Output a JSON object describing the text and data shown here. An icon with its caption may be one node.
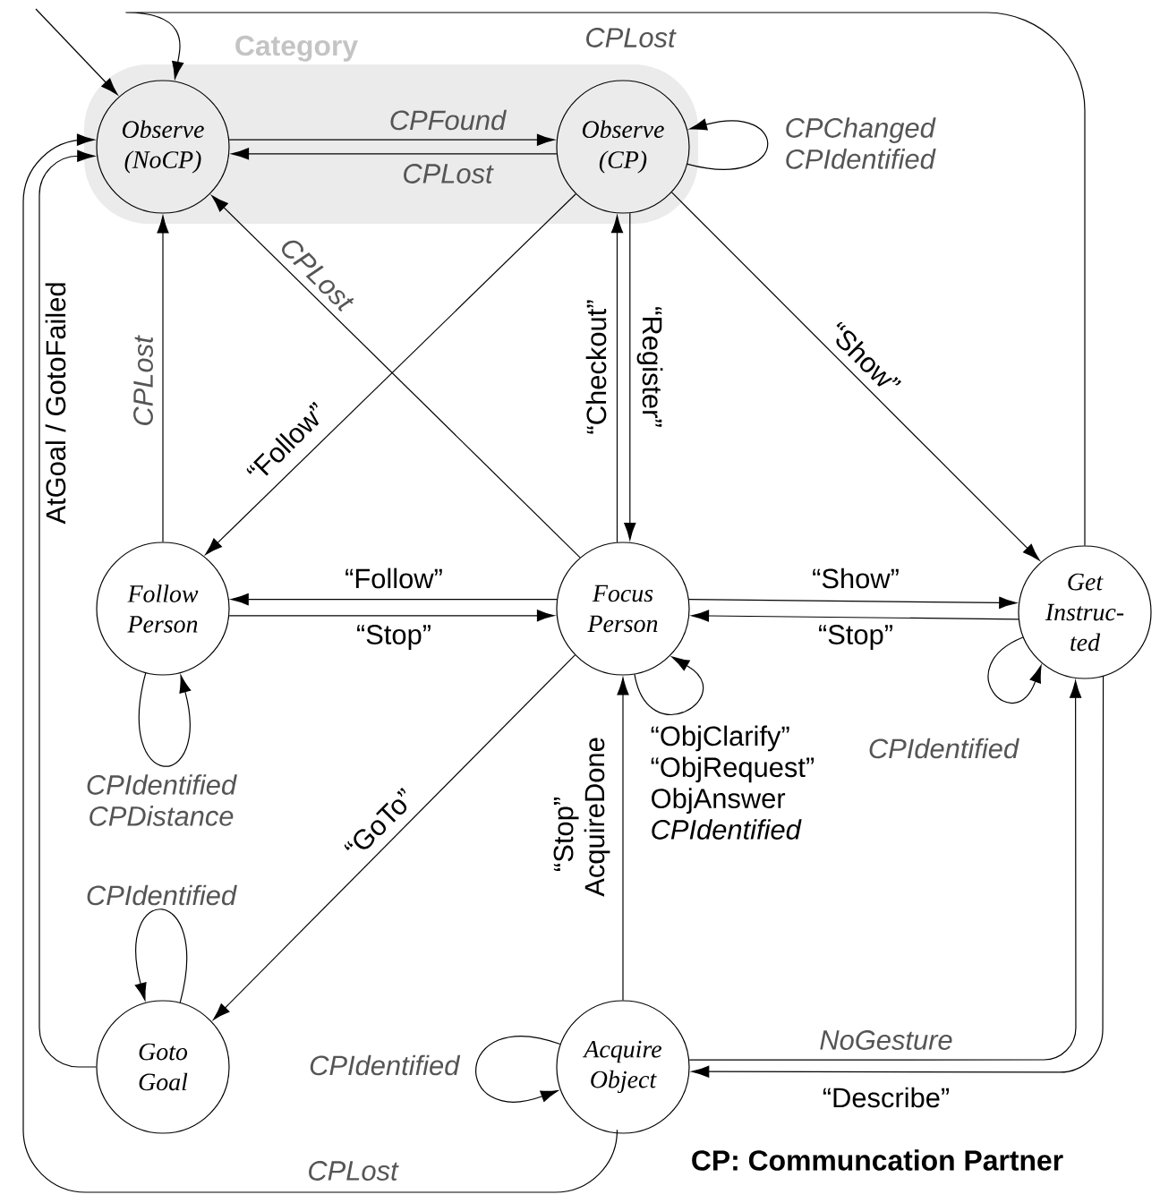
{
  "diagram": {
    "nodes": [
      {
        "text": [
          "Category"
        ]
      },
      {
        "text": [
          "Observe (NoCP)"
        ],
        "in": 0
      },
      {
        "text": [
          "Observe (CP)"
        ],
        "in": 0
      },
      {
        "text": [
          "Follow Person"
        ]
      },
      {
        "text": [
          "Focus Person"
        ]
      },
      {
        "text": [
          "Get Instruc- ted"
        ]
      },
      {
        "text": [
          "Goto Goal"
        ]
      },
      {
        "text": [
          "Acquire Object"
        ]
      }
    ],
    "edges": [
      {
        "from": null,
        "to": 1,
        "arrow": "to"
      },
      {
        "from": 1,
        "to": 2,
        "arrow": "to",
        "label": "CPFound"
      },
      {
        "from": 2,
        "to": 1,
        "arrow": "to",
        "label": "CPLost"
      },
      {
        "from": 2,
        "to": 2,
        "arrow": "to",
        "label": "CPChanged CPIdentified"
      },
      {
        "from": 5,
        "to": 1,
        "arrow": "to",
        "label": "CPLost"
      },
      {
        "from": 2,
        "to": 3,
        "arrow": "to",
        "label": "“Follow”"
      },
      {
        "from": 4,
        "to": 1,
        "arrow": "to",
        "label": "CPLost"
      },
      {
        "from": 3,
        "to": 1,
        "arrow": "to",
        "label": "CPLost"
      },
      {
        "from": 4,
        "to": 2,
        "arrow": "to",
        "label": "“Checkout”"
      },
      {
        "from": 2,
        "to": 4,
        "arrow": "to",
        "label": "“Register”"
      },
      {
        "from": 2,
        "to": 5,
        "arrow": "to",
        "label": "“Show”"
      },
      {
        "from": 4,
        "to": 3,
        "arrow": "to",
        "label": "“Follow”"
      },
      {
        "from": 3,
        "to": 4,
        "arrow": "to",
        "label": "“Stop”"
      },
      {
        "from": 4,
        "to": 5,
        "arrow": "to",
        "label": "“Show”"
      },
      {
        "from": 5,
        "to": 4,
        "arrow": "to",
        "label": "“Stop”"
      },
      {
        "from": 3,
        "to": 3,
        "arrow": "to",
        "label": "CPIdentified CPDistance"
      },
      {
        "from": 4,
        "to": 4,
        "arrow": "to",
        "label": "“ObjClarify” “ObjRequest” ObjAnswer *CPIdentified*"
      },
      {
        "from": 5,
        "to": 5,
        "arrow": "to",
        "label": "CPIdentified"
      },
      {
        "from": 4,
        "to": 6,
        "arrow": "to",
        "label": "“GoTo”"
      },
      {
        "from": 6,
        "to": 6,
        "arrow": "to",
        "label": "CPIdentified"
      },
      {
        "from": 7,
        "to": 4,
        "arrow": "to",
        "label": "“Stop” AcquireDone"
      },
      {
        "from": 7,
        "to": 7,
        "arrow": "to",
        "label": "CPIdentified"
      },
      {
        "from": 7,
        "to": 5,
        "arrow": "to",
        "label": "NoGesture"
      },
      {
        "from": 5,
        "to": 7,
        "arrow": "to",
        "label": "“Describe”"
      },
      {
        "from": 6,
        "to": 1,
        "arrow": "to",
        "label": "AtGoal / GotoFailed"
      },
      {
        "from": 7,
        "to": 1,
        "arrow": "to",
        "label": "CPLost"
      }
    ],
    "labels": [
      "CP: Communcation Partner"
    ]
  }
}
